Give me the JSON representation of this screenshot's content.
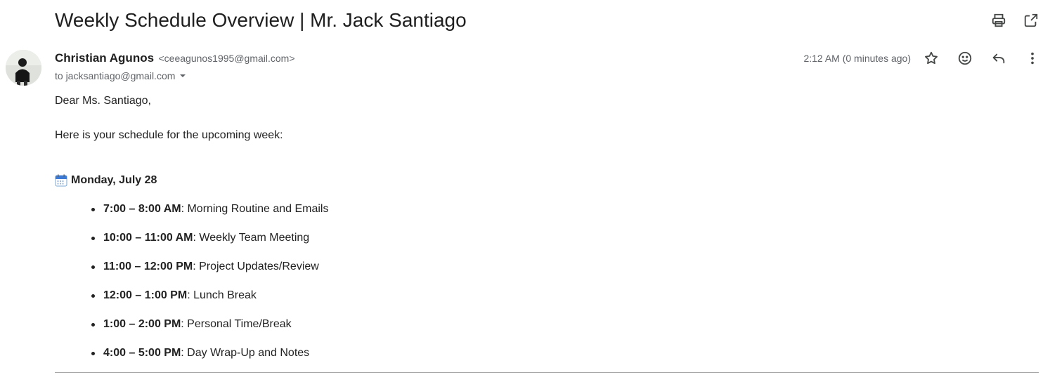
{
  "email": {
    "subject": "Weekly Schedule Overview | Mr. Jack Santiago",
    "sender": {
      "name": "Christian Agunos",
      "email": "<ceeagunos1995@gmail.com>"
    },
    "to_line": "to jacksantiago@gmail.com",
    "timestamp": "2:12 AM (0 minutes ago)"
  },
  "body": {
    "greeting": "Dear Ms. Santiago,",
    "intro": "Here is your schedule for the upcoming week:",
    "day": {
      "icon": "calendar-icon",
      "label": "Monday, July 28"
    },
    "items": [
      {
        "time": "7:00 – 8:00 AM",
        "task": ": Morning Routine and Emails"
      },
      {
        "time": "10:00 – 11:00 AM",
        "task": ": Weekly Team Meeting"
      },
      {
        "time": "11:00 – 12:00 PM",
        "task": ": Project Updates/Review"
      },
      {
        "time": "12:00 – 1:00 PM",
        "task": ": Lunch Break"
      },
      {
        "time": "1:00 – 2:00 PM",
        "task": ": Personal Time/Break"
      },
      {
        "time": "4:00 – 5:00 PM",
        "task": ": Day Wrap-Up and Notes"
      }
    ]
  },
  "icons": {
    "print": "print-icon",
    "open_new_window": "open-in-new-icon",
    "star": "star-icon",
    "emoji": "emoji-icon",
    "reply": "reply-icon",
    "more": "more-vert-icon",
    "recipient_toggle": "caret-down-icon"
  },
  "colors": {
    "text": "#222222",
    "meta": "#5f6368",
    "icon": "#444746"
  }
}
